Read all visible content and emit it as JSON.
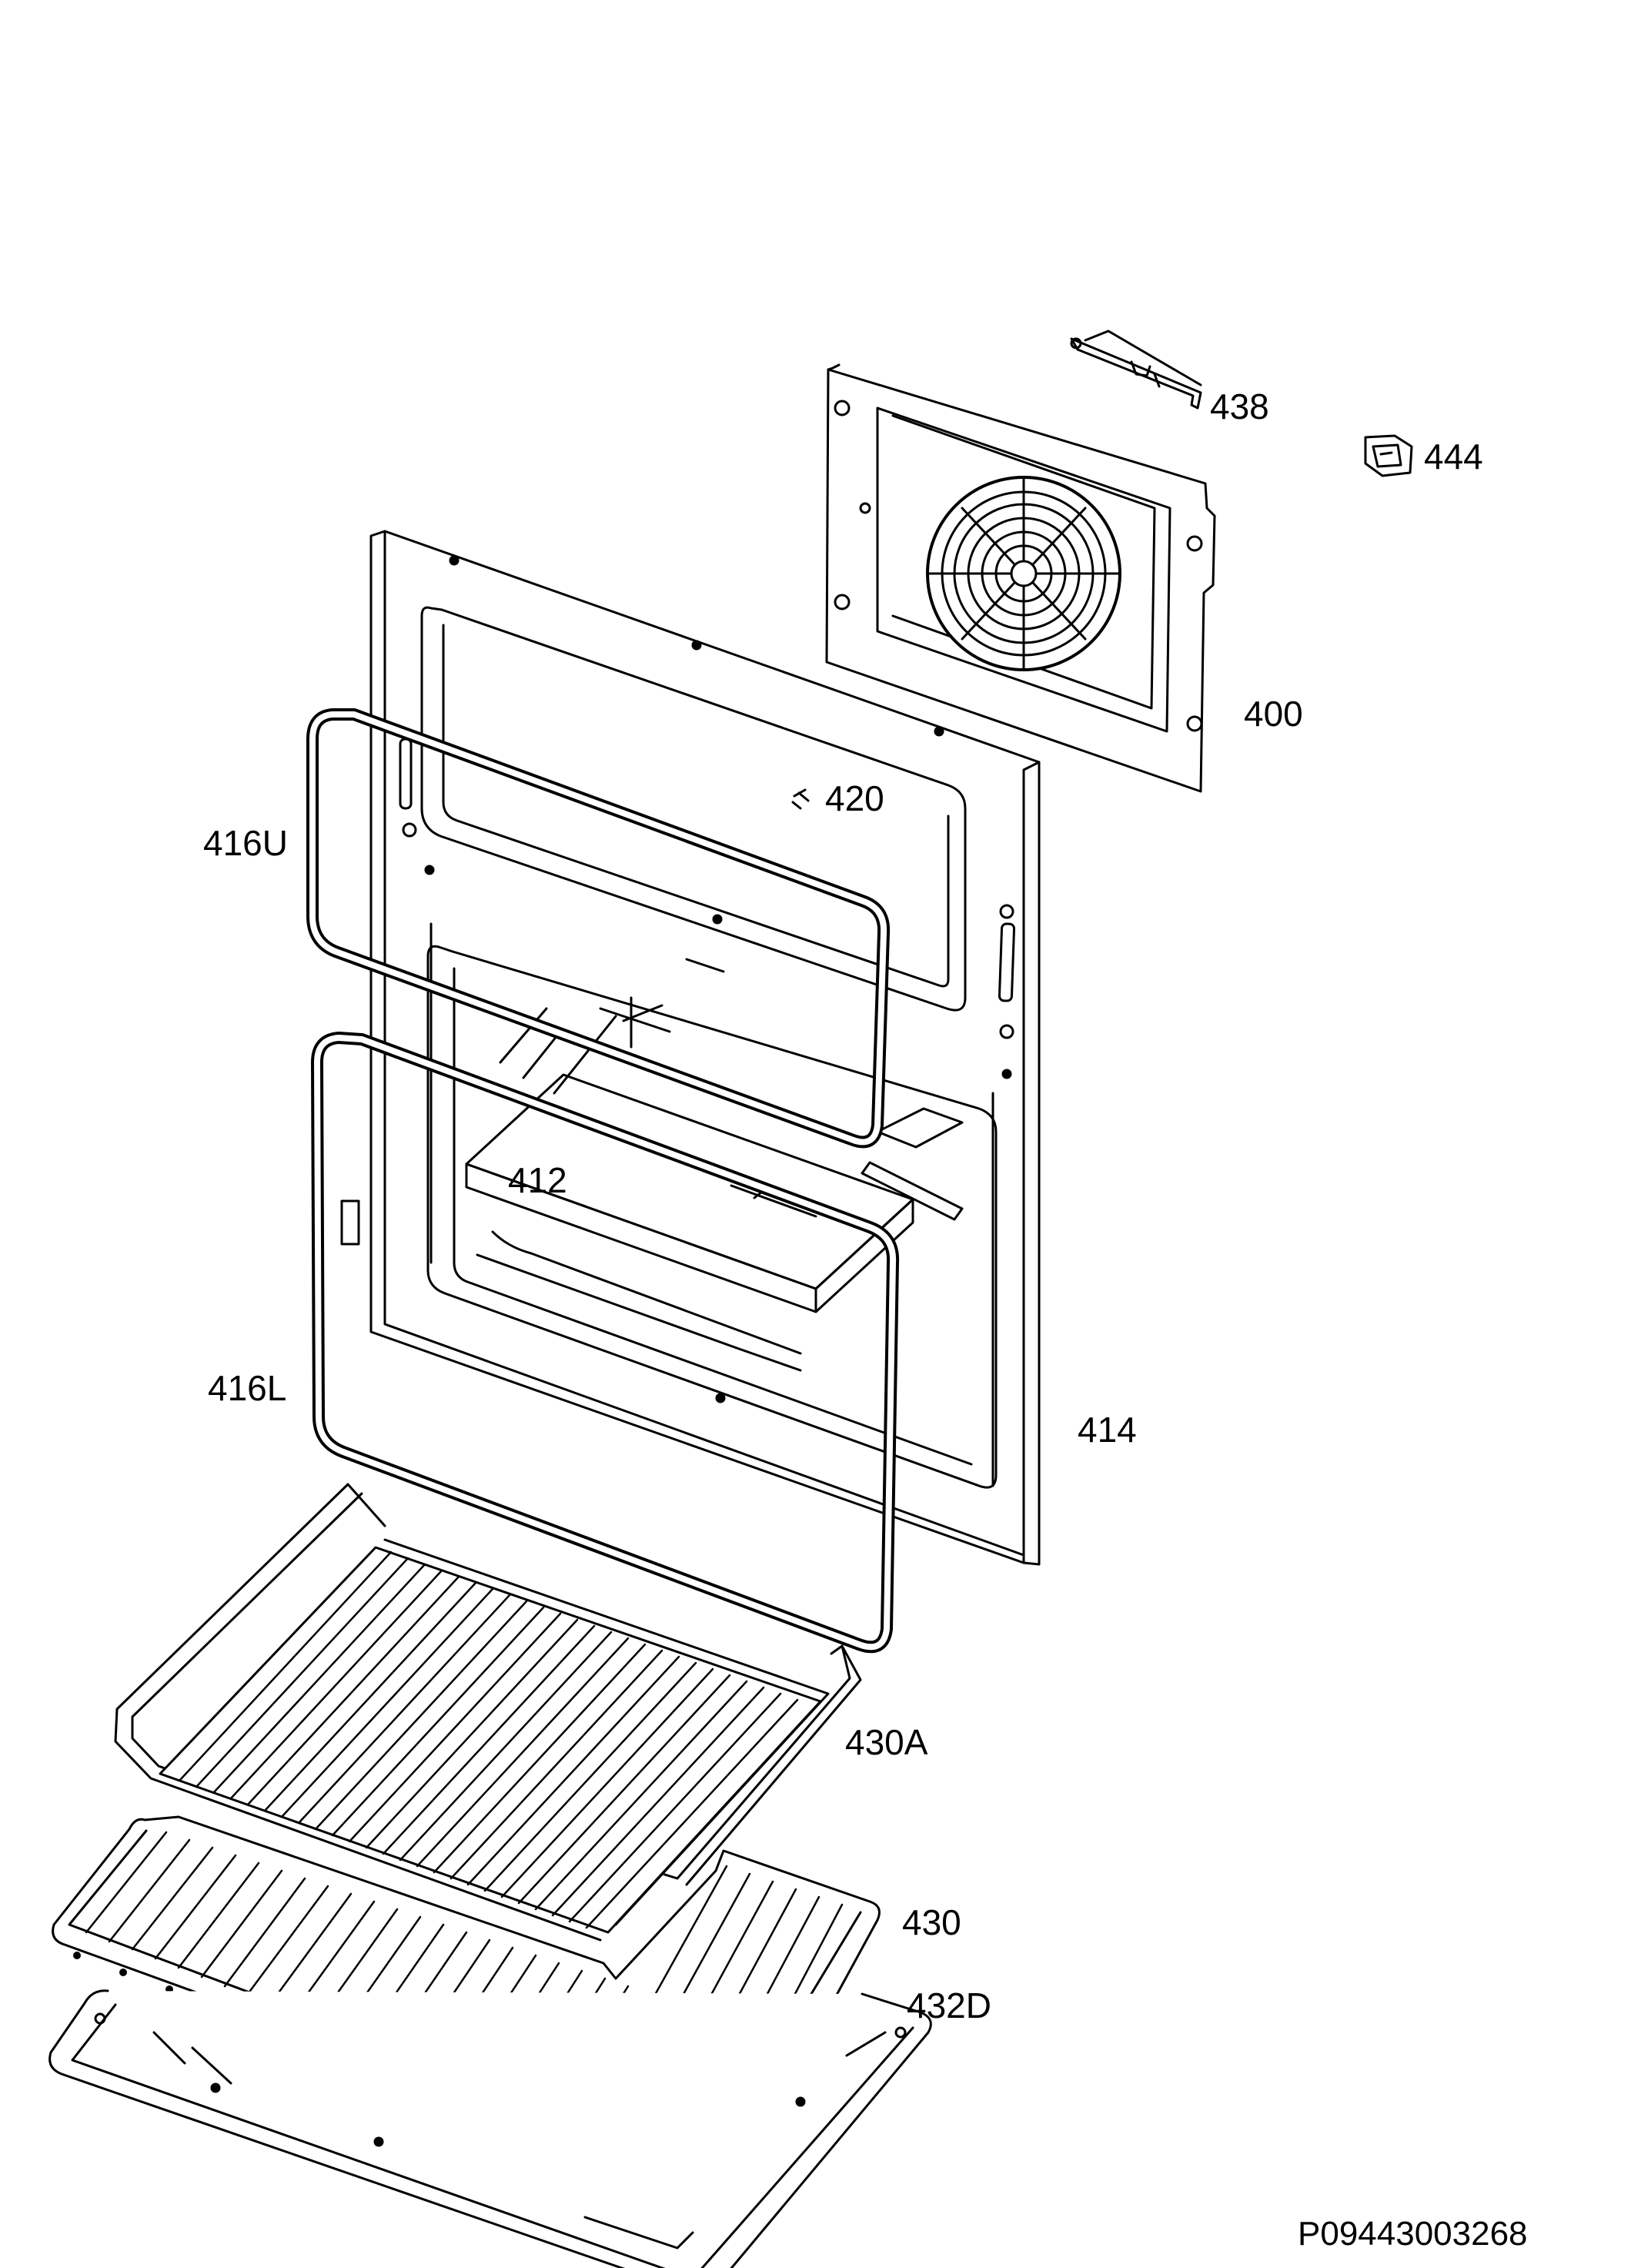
{
  "document_code": "P09443003268",
  "parts": {
    "p400": "400",
    "p412": "412",
    "p414": "414",
    "p416U": "416U",
    "p416L": "416L",
    "p420": "420",
    "p430": "430",
    "p430A": "430A",
    "p432D": "432D",
    "p438": "438",
    "p444": "444"
  },
  "colors": {
    "line": "#000000",
    "background": "#ffffff",
    "panel_fill": "#ffffff"
  }
}
